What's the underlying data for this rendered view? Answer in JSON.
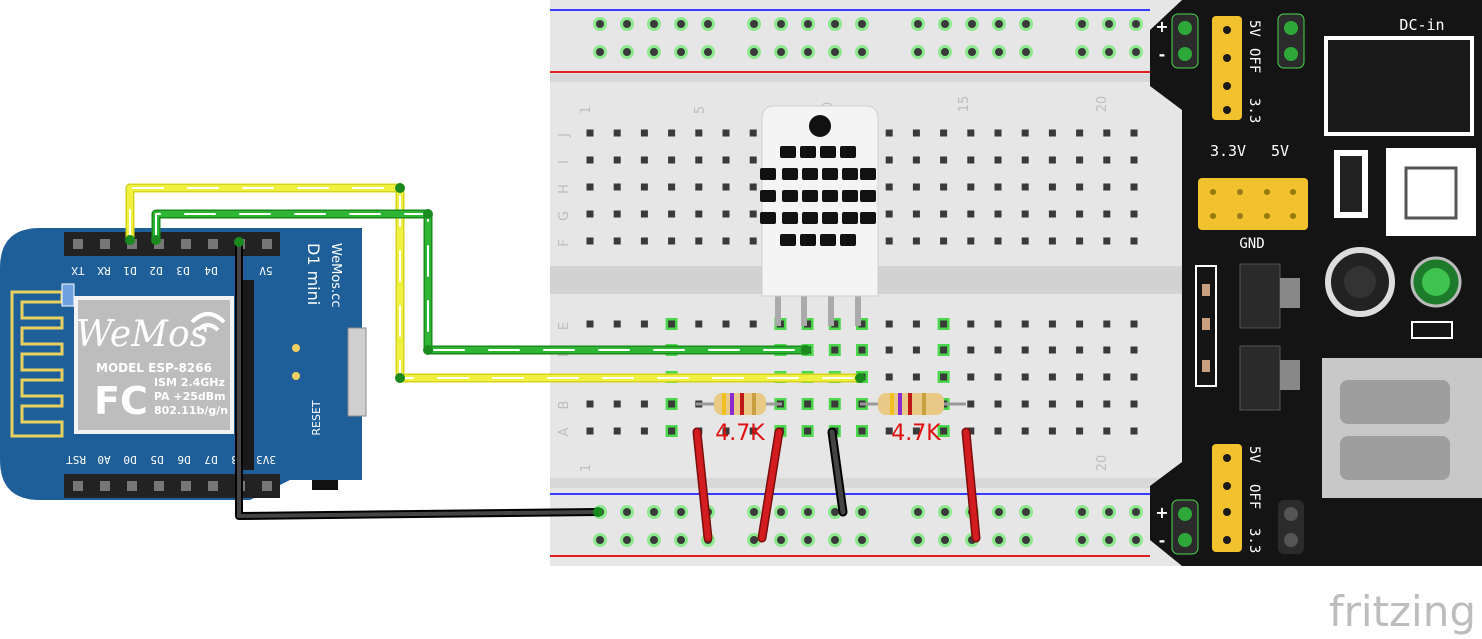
{
  "wemos": {
    "top_pins": [
      "TX",
      "RX",
      "D1",
      "D2",
      "D3",
      "D4",
      "G",
      "5V"
    ],
    "bottom_pins": [
      "RST",
      "A0",
      "D0",
      "D5",
      "D6",
      "D7",
      "D8",
      "3V3"
    ],
    "board_name": "D1 mini",
    "board_site": "WeMos.cc",
    "logo": "WeMos",
    "model_line": "MODEL  ESP-8266",
    "spec_ism": "ISM 2.4GHz",
    "spec_pa": "PA +25dBm",
    "spec_wifi": "802.11b/g/n",
    "fc_mark": "FC",
    "reset_label": "RESET"
  },
  "breadboard": {
    "column_numbers": [
      "1",
      "5",
      "10",
      "15",
      "20"
    ],
    "row_letters_top": [
      "J",
      "I",
      "H",
      "G",
      "F"
    ],
    "row_letters_bottom": [
      "E",
      "D",
      "C",
      "B",
      "A"
    ]
  },
  "resistors": [
    {
      "label": "4.7K"
    },
    {
      "label": "4.7K"
    }
  ],
  "power_module": {
    "dc_in": "DC-in",
    "jumper_5v_top": "5V",
    "jumper_off_top": "OFF",
    "jumper_33_top": "3.3",
    "header_33v": "3.3V",
    "header_5v": "5V",
    "gnd": "GND",
    "jumper_5v_bottom": "5V",
    "jumper_off_bottom": "OFF",
    "jumper_33_bottom": "3.3",
    "plus": "+",
    "minus": "-"
  },
  "watermark": "fritzing",
  "colors": {
    "wemos_blue": "#1f5f99",
    "breadboard": "#e6e6e6",
    "hole_green": "#4cd84c",
    "wire_yellow": "#ecec2a",
    "wire_green": "#27a52c",
    "wire_red": "#c5181b",
    "wire_black": "#1a1a1a",
    "resistor_label": "#e01010",
    "module_black": "#141414",
    "jumper_yellow": "#f2c22e"
  }
}
